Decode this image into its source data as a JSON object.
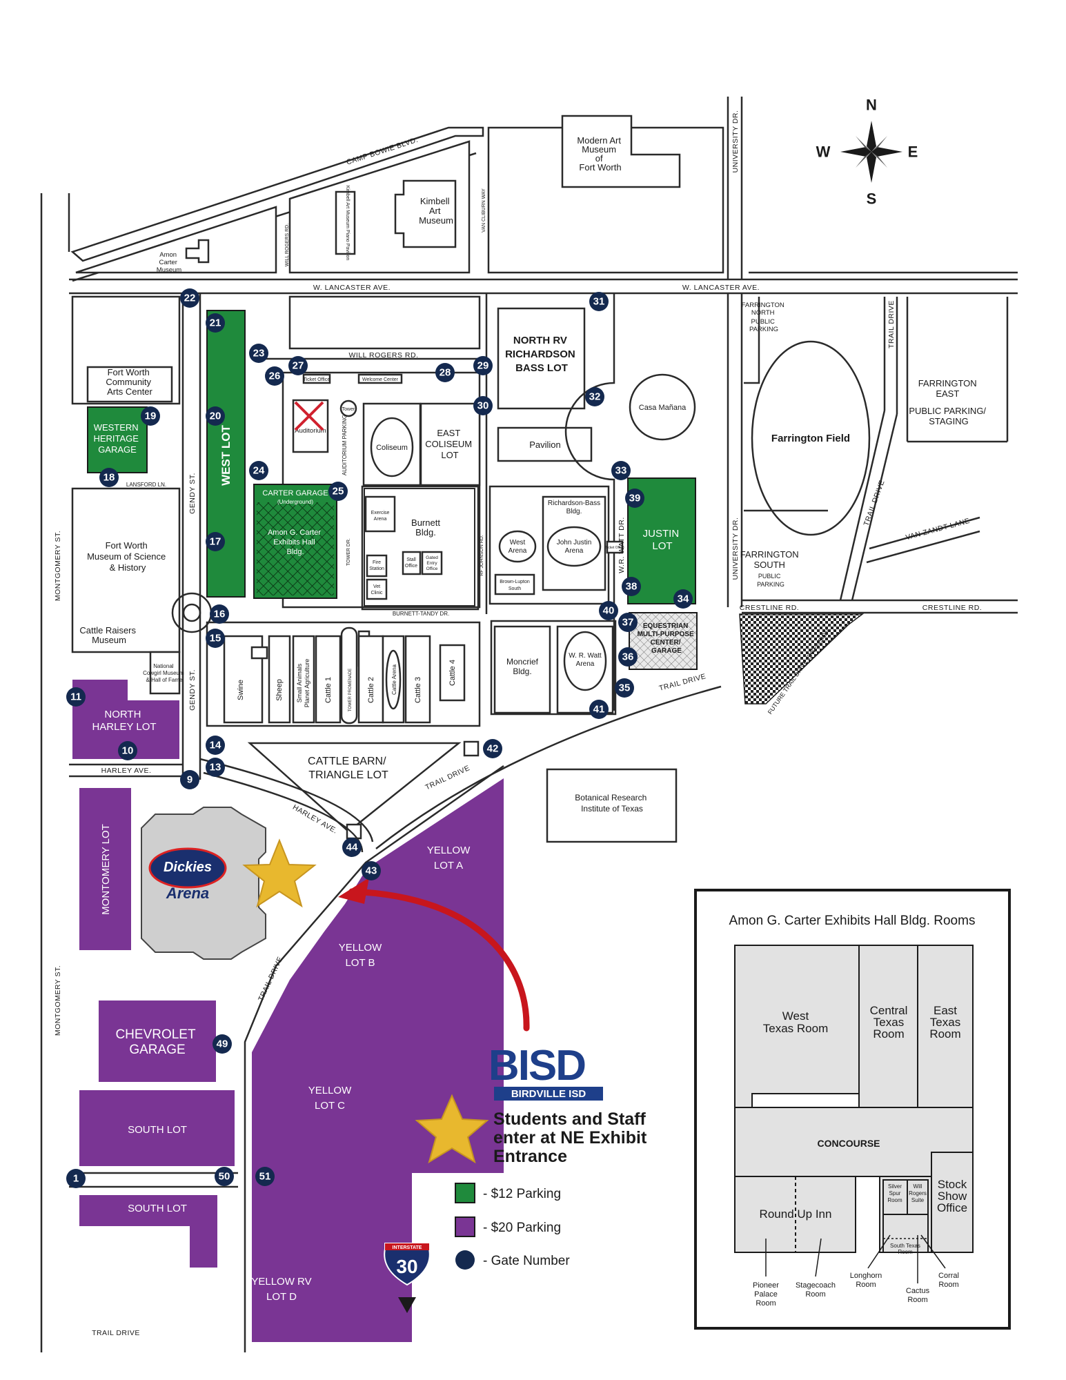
{
  "compass": {
    "n": "N",
    "s": "S",
    "e": "E",
    "w": "W"
  },
  "roads": {
    "camp_bowie": "CAMP BOWIE BLVD.",
    "lancaster_w": "W. LANCASTER AVE.",
    "lancaster_e": "W. LANCASTER AVE.",
    "will_rogers": "WILL ROGERS RD.",
    "university_n": "UNIVERSITY DR.",
    "university_s": "UNIVERSITY DR.",
    "montgomery_n": "MONTGOMERY ST.",
    "montgomery_s": "MONTGOMERY ST.",
    "gendy_n": "GENDY ST.",
    "gendy_s": "GENDY ST.",
    "lansford": "LANSFORD LN.",
    "harley_ave": "HARLEY AVE.",
    "harley_ave_diag": "HARLEY AVE.",
    "trail_drive_ne": "TRAIL DRIVE",
    "trail_drive_mid": "TRAIL DRIVE",
    "trail_drive_west": "TRAIL DRIVE",
    "trail_drive_bottom": "TRAIL DRIVE",
    "trail_drive_far": "TRAIL DRIVE",
    "trail_drive_e2": "TRAIL DRIVE",
    "crestline_w": "CRESTLINE RD.",
    "crestline_e": "CRESTLINE RD.",
    "van_zandt": "VAN ZANDT LANE",
    "burnett_tandy": "BURNETT-TANDY DR.",
    "wr_watt": "W.R. WATT DR.",
    "will_rogers_rd_v": "WILL ROGERS RD.",
    "van_cliburn": "VAN CLIBURN WAY",
    "rf_johnson": "RF JOHNSON RD.",
    "tower_dr": "TOWER DR.",
    "future_trail": "FUTURE TRAIL DRIVE EXTENSION"
  },
  "buildings": {
    "amon_carter_museum": [
      "Amon",
      "Carter",
      "Museum"
    ],
    "kimbell": [
      "Kimbell",
      "Art",
      "Museum"
    ],
    "kimbell_piano": "Kimbell Art Museum Piano Pavilion",
    "modern": [
      "Modern Art",
      "Museum",
      "of",
      "Fort Worth"
    ],
    "fw_community": [
      "Fort Worth",
      "Community",
      "Arts Center"
    ],
    "western_heritage": [
      "WESTERN",
      "HERITAGE",
      "GARAGE"
    ],
    "west_lot": "WEST LOT",
    "fw_museum": [
      "Fort Worth",
      "Museum of Science",
      "& History"
    ],
    "cattle_raisers": [
      "Cattle Raisers",
      "Museum"
    ],
    "cowgirl": [
      "National",
      "Cowgirl Museum",
      "& Hall of Fame"
    ],
    "north_harley": [
      "NORTH",
      "HARLEY LOT"
    ],
    "auditorium": "Auditorium",
    "ticket_office": "Ticket Office",
    "welcome_center": "Welcome Center",
    "tower": "Tower",
    "aud_parking": "AUDITORIUM PARKING",
    "coliseum": "Coliseum",
    "east_coliseum": [
      "EAST",
      "COLISEUM",
      "LOT"
    ],
    "north_rv": [
      "NORTH  RV",
      "RICHARDSON",
      "BASS LOT"
    ],
    "casa_manana": "Casa Mañana",
    "pavilion": "Pavilion",
    "carter_garage": "CARTER GARAGE",
    "carter_garage_sub": "(Underground)",
    "amon_exhibits": [
      "Amon G. Carter",
      "Exhibits Hall",
      "Bldg."
    ],
    "exercise_arena": [
      "Exercise",
      "Arena"
    ],
    "burnett": [
      "Burnett",
      "Bldg."
    ],
    "fire_station": [
      "Fire",
      "Station"
    ],
    "vet_clinic": [
      "Vet",
      "Clinic"
    ],
    "stall_office": [
      "Stall",
      "Office"
    ],
    "gated_entry": [
      "Gated",
      "Entry",
      "Office"
    ],
    "richardson_bass": [
      "Richardson-Bass",
      "Bldg."
    ],
    "john_justin": [
      "John Justin",
      "Arena"
    ],
    "west_arena": [
      "West",
      "Arena"
    ],
    "brown_lupton": "Brown-Lupton",
    "south": "South",
    "ticket_office_small": "Ticket Office",
    "justin_lot": [
      "JUSTIN",
      "LOT"
    ],
    "equestrian": [
      "EQUESTRIAN",
      "MULTI-PURPOSE",
      "CENTER/",
      "GARAGE"
    ],
    "farrington_north": [
      "FARRINGTON",
      "NORTH",
      "PUBLIC",
      "PARKING"
    ],
    "farrington_field": "Farrington Field",
    "farrington_east": [
      "FARRINGTON",
      "EAST",
      "PUBLIC PARKING/",
      "STAGING"
    ],
    "farrington_south": [
      "FARRINGTON",
      "SOUTH",
      "PUBLIC",
      "PARKING"
    ],
    "swine": "Swine",
    "sheep": "Sheep",
    "small_animals": [
      "Small Animals",
      "Planet Agriculture"
    ],
    "cattle1": "Cattle 1",
    "cattle2": "Cattle 2",
    "cattle_arena": "Cattle Arena",
    "cattle3": "Cattle 3",
    "cattle4": "Cattle 4",
    "tower_promenade": "TOWER PROMENADE",
    "moncrief": [
      "Moncrief",
      "Bldg."
    ],
    "wr_watt_arena": [
      "W. R. Watt",
      "Arena"
    ],
    "cattle_barn": [
      "CATTLE BARN/",
      "TRIANGLE LOT"
    ],
    "botanical": [
      "Botanical Research",
      "Institute of Texas"
    ],
    "montomery_lot": "MONTOMERY LOT",
    "dickies": "Dickies",
    "arena": "Arena",
    "yellow_a": [
      "YELLOW",
      "LOT A"
    ],
    "yellow_b": [
      "YELLOW",
      "LOT B"
    ],
    "yellow_c": [
      "YELLOW",
      "LOT C"
    ],
    "yellow_rv": [
      "YELLOW RV",
      "LOT D"
    ],
    "chevrolet": [
      "CHEVROLET",
      "GARAGE"
    ],
    "south_lot_1": "SOUTH LOT",
    "south_lot_2": "SOUTH LOT",
    "interstate": "INTERSTATE",
    "interstate_num": "30"
  },
  "gates": [
    {
      "n": "1"
    },
    {
      "n": "9"
    },
    {
      "n": "10"
    },
    {
      "n": "11"
    },
    {
      "n": "13"
    },
    {
      "n": "14"
    },
    {
      "n": "15"
    },
    {
      "n": "16"
    },
    {
      "n": "17"
    },
    {
      "n": "18"
    },
    {
      "n": "19"
    },
    {
      "n": "20"
    },
    {
      "n": "21"
    },
    {
      "n": "22"
    },
    {
      "n": "23"
    },
    {
      "n": "24"
    },
    {
      "n": "25"
    },
    {
      "n": "26"
    },
    {
      "n": "27"
    },
    {
      "n": "28"
    },
    {
      "n": "29"
    },
    {
      "n": "30"
    },
    {
      "n": "31"
    },
    {
      "n": "32"
    },
    {
      "n": "33"
    },
    {
      "n": "34"
    },
    {
      "n": "35"
    },
    {
      "n": "36"
    },
    {
      "n": "37"
    },
    {
      "n": "38"
    },
    {
      "n": "39"
    },
    {
      "n": "40"
    },
    {
      "n": "41"
    },
    {
      "n": "42"
    },
    {
      "n": "43"
    },
    {
      "n": "44"
    },
    {
      "n": "49"
    },
    {
      "n": "50"
    },
    {
      "n": "51"
    }
  ],
  "notice": {
    "logo": "BISD",
    "logo_sub": "BIRDVILLE ISD",
    "lines": [
      "Students and Staff",
      "enter at NE Exhibit",
      "Entrance"
    ]
  },
  "legend": {
    "green": "- $12 Parking",
    "purple": "- $20 Parking",
    "gate": "- Gate Number"
  },
  "inset": {
    "title": "Amon G. Carter Exhibits Hall Bldg. Rooms",
    "west_texas": [
      "West",
      "Texas Room"
    ],
    "central_texas": [
      "Central",
      "Texas",
      "Room"
    ],
    "east_texas": [
      "East",
      "Texas",
      "Room"
    ],
    "concourse": "CONCOURSE",
    "round_up": "Round Up Inn",
    "silver_spur": [
      "Silver",
      "Spur",
      "Room"
    ],
    "will_rogers_suite": [
      "Will",
      "Rogers",
      "Suite"
    ],
    "south_texas": [
      "South Texas",
      "Room"
    ],
    "stock_show": [
      "Stock",
      "Show",
      "Office"
    ],
    "pioneer": [
      "Pioneer",
      "Palace",
      "Room"
    ],
    "stagecoach": [
      "Stagecoach",
      "Room"
    ],
    "longhorn": [
      "Longhorn",
      "Room"
    ],
    "cactus": [
      "Cactus",
      "Room"
    ],
    "corral": [
      "Corral",
      "Room"
    ]
  },
  "colors": {
    "green_parking": "#1f8a3c",
    "purple_parking": "#7a3594",
    "gate": "#14294f",
    "arrow": "#c8161d",
    "star": "#e8b82e"
  }
}
